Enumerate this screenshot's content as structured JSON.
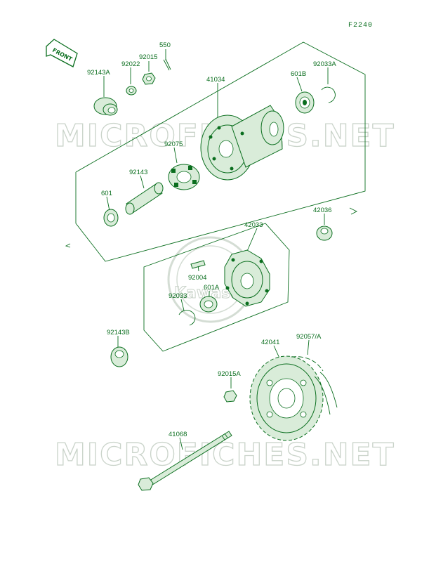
{
  "figure_code": "F2240",
  "front_label": "FRONT",
  "watermark": {
    "top": "MICROFICHES.NET",
    "bottom": "MICROFICHES.NET",
    "center": "Kawasaki"
  },
  "colors": {
    "line": "#0a6e1e",
    "watermark": "#c9d3c9"
  },
  "parts": {
    "p92143A": "92143A",
    "p92022": "92022",
    "p92015": "92015",
    "p550": "550",
    "p41034": "41034",
    "p601B": "601B",
    "p92033A": "92033A",
    "p92075": "92075",
    "p92143": "92143",
    "p601": "601",
    "p42036": "42036",
    "p42033": "42033",
    "p92004": "92004",
    "p601A": "601A",
    "p92033": "92033",
    "p92143B": "92143B",
    "p42041": "42041",
    "p92057A": "92057/A",
    "p92015A": "92015A",
    "p41068": "41068"
  }
}
